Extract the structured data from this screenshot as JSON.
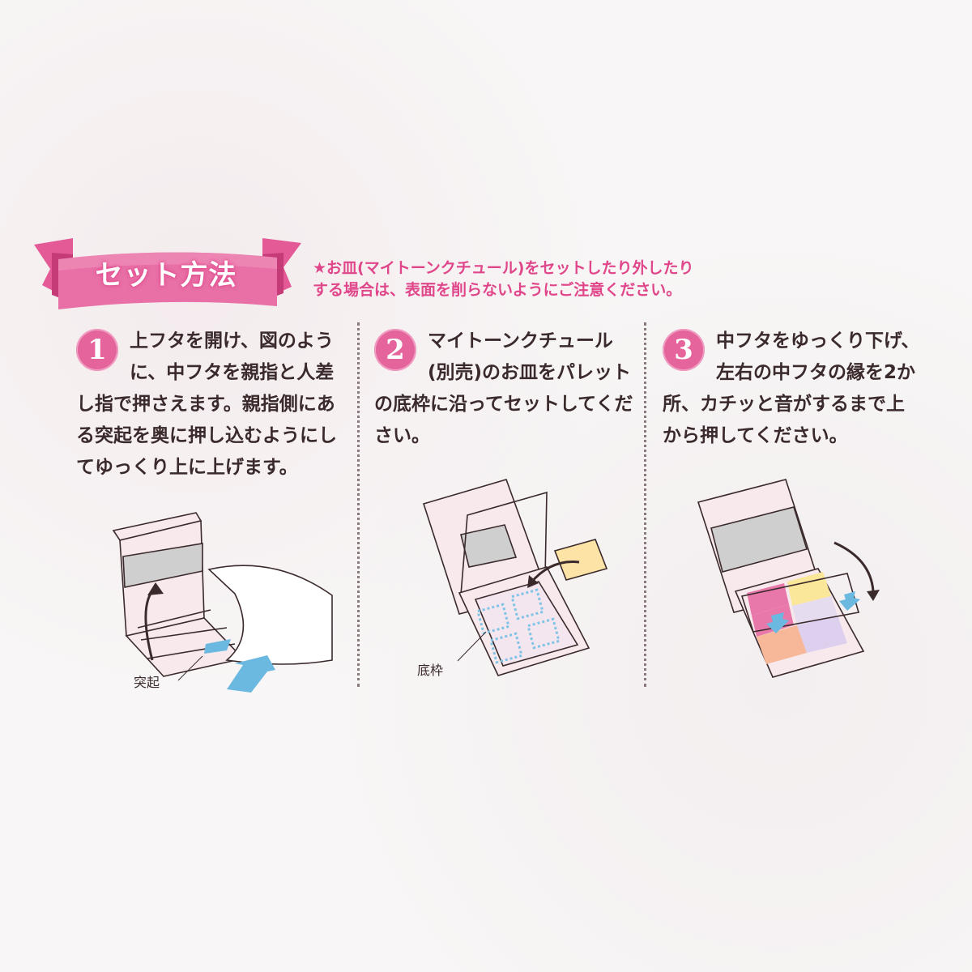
{
  "header": {
    "title": "セット方法",
    "notice_line1": "★お皿(マイトーンクチュール)をセットしたり外したり",
    "notice_line2": "する場合は、表面を削らないようにご注意ください。"
  },
  "steps": [
    {
      "number": "1",
      "text": "上フタを開け、図のように、中フタを親指と人差し指で押さえます。親指側にある突起を奥に押し込むようにしてゆっくり上に上げます。",
      "illustration_label": "突起"
    },
    {
      "number": "2",
      "text": "マイトーンクチュール(別売)のお皿をパレットの底枠に沿ってセットしてください。",
      "illustration_label": "底枠"
    },
    {
      "number": "3",
      "text": "中フタをゆっくり下げ、左右の中フタの縁を2か所、カチッと音がするまで上から押してください。",
      "illustration_label": ""
    }
  ],
  "colors": {
    "accent_pink": "#e0468a",
    "badge_pink": "#e4649b",
    "arrow_blue": "#6bb8e0",
    "text_dark": "#3a2a2c"
  }
}
